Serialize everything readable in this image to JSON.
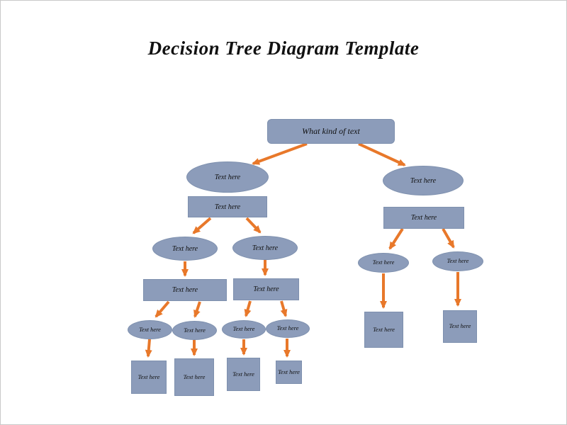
{
  "title": "Decision Tree Diagram Template",
  "colors": {
    "shape": "#8C9CBA",
    "shape_border": "#7E90AE",
    "arrow": "#E8782A",
    "page_border": "#C9C9C9"
  },
  "nodes": {
    "root": {
      "label": "What kind of text"
    },
    "l1": {
      "label": "Text here"
    },
    "r1": {
      "label": "Text here"
    },
    "l2": {
      "label": "Text here"
    },
    "r2": {
      "label": "Text here"
    },
    "l3a": {
      "label": "Text here"
    },
    "l3b": {
      "label": "Text here"
    },
    "l4a": {
      "label": "Text here"
    },
    "l4b": {
      "label": "Text here"
    },
    "l5a": {
      "label": "Text here"
    },
    "l5b": {
      "label": "Text here"
    },
    "l5c": {
      "label": "Text here"
    },
    "l5d": {
      "label": "Text here"
    },
    "l6a": {
      "label": "Text here"
    },
    "l6b": {
      "label": "Text here"
    },
    "l6c": {
      "label": "Text here"
    },
    "l6d": {
      "label": "Text here"
    },
    "r3a": {
      "label": "Text here"
    },
    "r3b": {
      "label": "Text here"
    },
    "r6a": {
      "label": "Text here"
    },
    "r6b": {
      "label": "Text here"
    }
  }
}
